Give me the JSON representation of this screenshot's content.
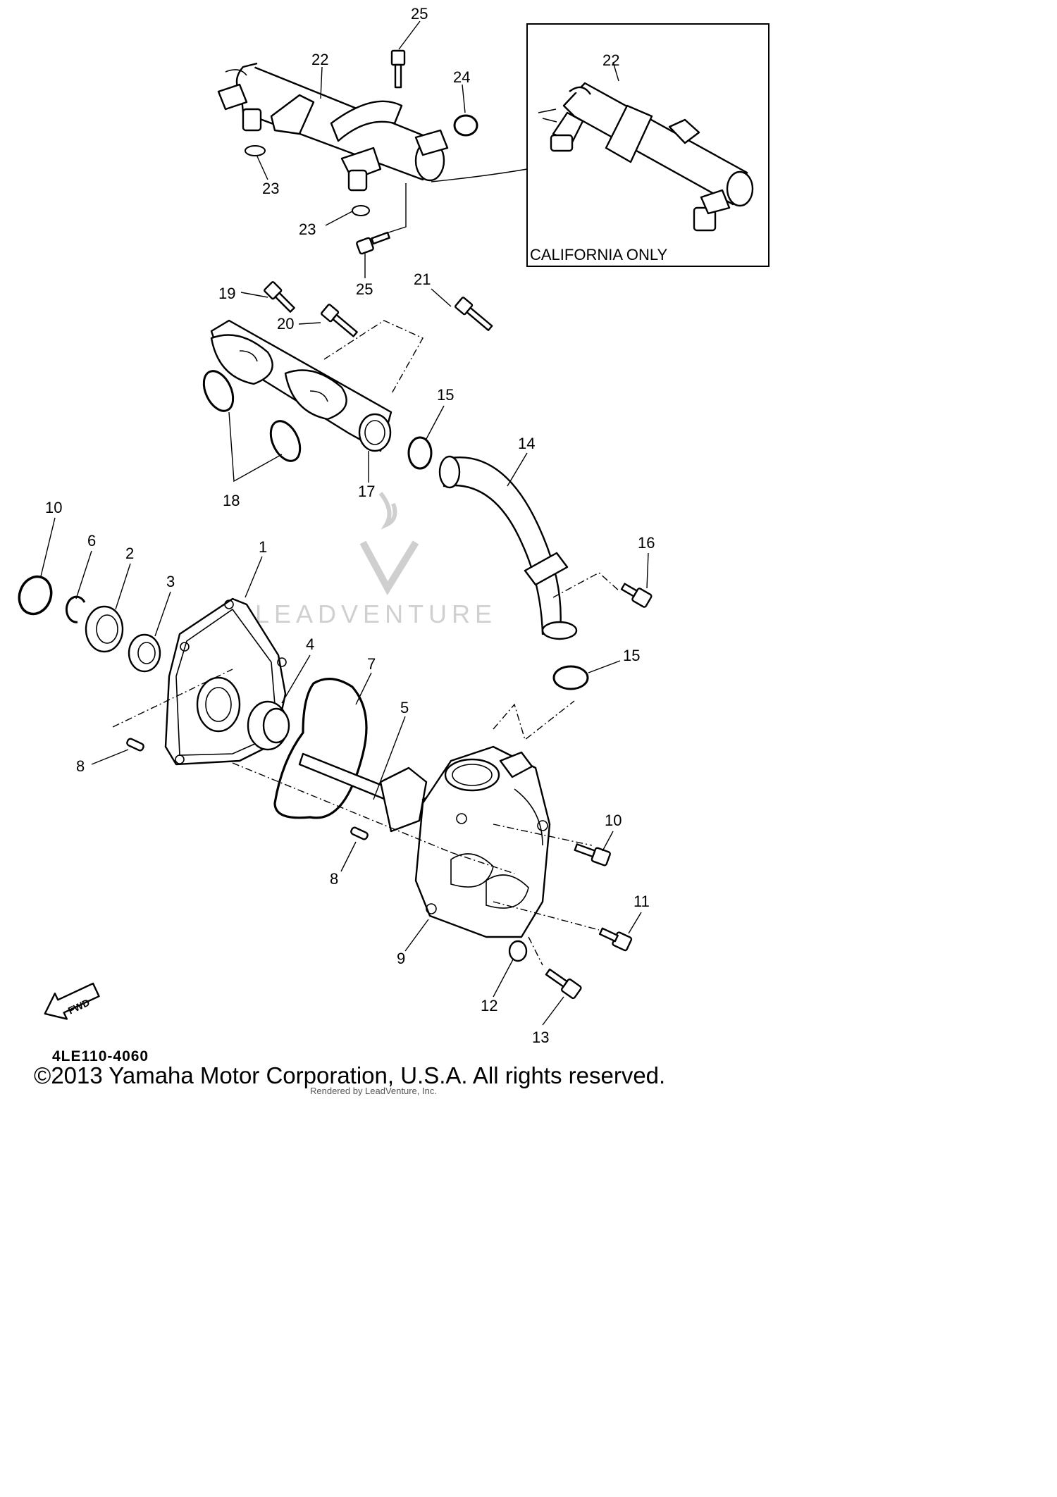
{
  "diagram": {
    "inset_label": "CALIFORNIA ONLY",
    "direction_label": "FWD",
    "drawing_code": "4LE110-4060",
    "watermark": "LEADVENTURE",
    "callouts": [
      {
        "id": "c1",
        "text": "1"
      },
      {
        "id": "c2",
        "text": "2"
      },
      {
        "id": "c3",
        "text": "3"
      },
      {
        "id": "c4",
        "text": "4"
      },
      {
        "id": "c5",
        "text": "5"
      },
      {
        "id": "c6",
        "text": "6"
      },
      {
        "id": "c7",
        "text": "7"
      },
      {
        "id": "c8a",
        "text": "8"
      },
      {
        "id": "c8b",
        "text": "8"
      },
      {
        "id": "c9",
        "text": "9"
      },
      {
        "id": "c10a",
        "text": "10"
      },
      {
        "id": "c10b",
        "text": "10"
      },
      {
        "id": "c11",
        "text": "11"
      },
      {
        "id": "c12",
        "text": "12"
      },
      {
        "id": "c13",
        "text": "13"
      },
      {
        "id": "c14",
        "text": "14"
      },
      {
        "id": "c15a",
        "text": "15"
      },
      {
        "id": "c15b",
        "text": "15"
      },
      {
        "id": "c16",
        "text": "16"
      },
      {
        "id": "c17",
        "text": "17"
      },
      {
        "id": "c18",
        "text": "18"
      },
      {
        "id": "c19",
        "text": "19"
      },
      {
        "id": "c20",
        "text": "20"
      },
      {
        "id": "c21",
        "text": "21"
      },
      {
        "id": "c22a",
        "text": "22"
      },
      {
        "id": "c22b",
        "text": "22"
      },
      {
        "id": "c23a",
        "text": "23"
      },
      {
        "id": "c23b",
        "text": "23"
      },
      {
        "id": "c24",
        "text": "24"
      },
      {
        "id": "c25a",
        "text": "25"
      },
      {
        "id": "c25b",
        "text": "25"
      }
    ]
  },
  "footer": {
    "copyright": "©2013 Yamaha Motor Corporation, U.S.A. All rights reserved.",
    "rendered_by": "Rendered by LeadVenture, Inc."
  }
}
